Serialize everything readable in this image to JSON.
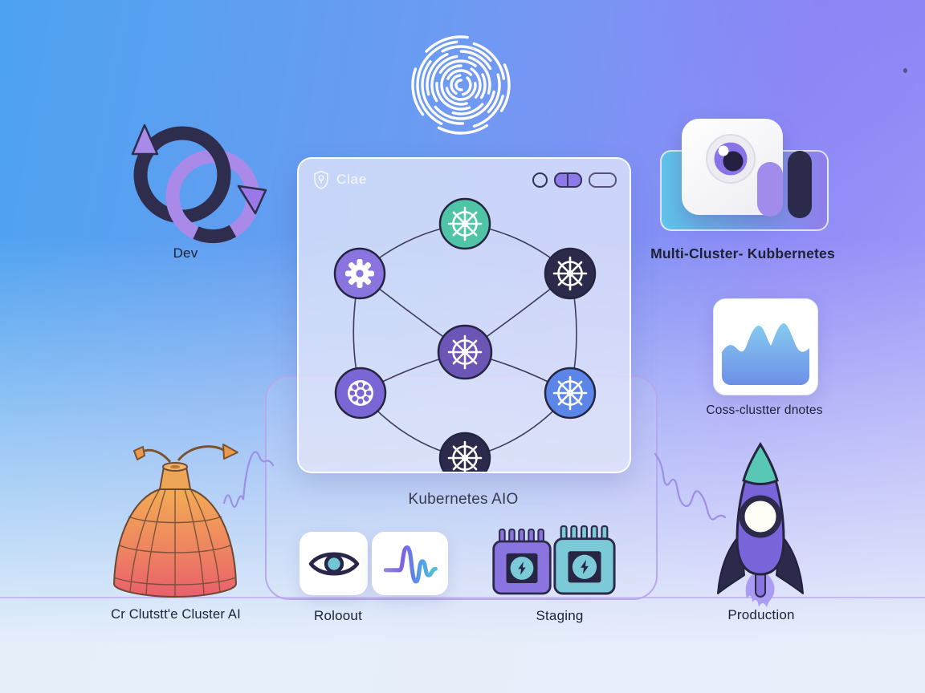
{
  "labels": {
    "dev": "Dev",
    "rollout": "Roloout",
    "staging": "Staging",
    "production": "Production",
    "cluster_ai": "Cr Clutstt'e Cluster AI",
    "multi_cluster": "Multi-Cluster- Kubbernetes",
    "metrics": "Coss-clustter dnotes"
  },
  "card": {
    "brand": "Clae",
    "caption": "Kubernetes AIO",
    "window_controls": [
      "circle-outline",
      "toggle-filled",
      "pill-outline"
    ]
  },
  "nodes": [
    {
      "name": "cluster-top",
      "icon": "kubernetes-helm",
      "color": "#4fc4a7"
    },
    {
      "name": "gear-upper-left",
      "icon": "gear",
      "color": "#8a74e0"
    },
    {
      "name": "cluster-upper-right",
      "icon": "kubernetes-helm",
      "color": "#2b2a4a"
    },
    {
      "name": "cluster-center",
      "icon": "kubernetes-helm",
      "color": "#6b55b5"
    },
    {
      "name": "wheel-lower-left",
      "icon": "disc-wheel",
      "color": "#7b66d6"
    },
    {
      "name": "cluster-lower-right",
      "icon": "kubernetes-helm",
      "color": "#5b85e8"
    },
    {
      "name": "cluster-bottom",
      "icon": "kubernetes-helm",
      "color": "#2b2a4a"
    }
  ],
  "colors": {
    "bg_top_left": "#4da3f0",
    "bg_top_right": "#8f8bf7",
    "bg_bottom": "#eef4fb",
    "accent_purple": "#8a74e0",
    "accent_teal": "#4fc4a7",
    "accent_navy": "#2b2a4a",
    "accent_blue": "#5b85e8",
    "connector_purple": "#b6aaee",
    "balloon_orange": "#f2ab55",
    "balloon_pink": "#e95f6e",
    "label_text": "#1d2135"
  }
}
